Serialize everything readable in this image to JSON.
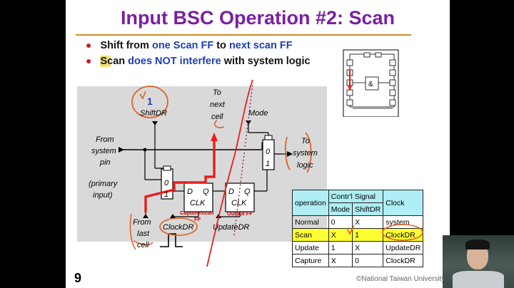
{
  "slide": {
    "title": "Input BSC Operation #2: Scan",
    "number": "9",
    "copyright": "©National Taiwan University"
  },
  "bullets": {
    "b1": {
      "t1": "Shift from ",
      "t2": "one Scan FF",
      "t3": " to ",
      "t4": "next scan FF"
    },
    "b2": {
      "t1": "Scan",
      "t2": " does NOT interfere",
      "t3": " with system logic"
    }
  },
  "diagram": {
    "from_system_pin": [
      "From",
      "system",
      "pin"
    ],
    "primary_input": [
      "(primary",
      "input)"
    ],
    "to_next_cell": [
      "To",
      "next",
      "cell"
    ],
    "to_system_logic": [
      "To",
      "system",
      "logic"
    ],
    "shiftdr": "ShiftDR",
    "shiftdr_value": "1",
    "mode": "Mode",
    "from_last_cell": [
      "From",
      "last",
      "cell"
    ],
    "clockdr": "ClockDR",
    "updatedr": "UpdateDR",
    "mux_0": "0",
    "mux_1": "1",
    "ff_d": "D",
    "ff_q": "Q",
    "ff_clk": "CLK",
    "capture_ff_label": [
      "Capture/scan",
      "FF"
    ],
    "output_ff_label": "Output FF",
    "and_gate": "&"
  },
  "table": {
    "header1": [
      "operation",
      "Contr'l Signal",
      "Clock"
    ],
    "header2": [
      "Mode",
      "ShiftDR"
    ],
    "rows": [
      {
        "op": "Normal",
        "mode": "0",
        "shiftdr": "X",
        "clock": "system"
      },
      {
        "op": "Scan",
        "mode": "X",
        "shiftdr": "1",
        "clock": "ClockDR"
      },
      {
        "op": "Update",
        "mode": "1",
        "shiftdr": "X",
        "clock": "UpdateDR"
      },
      {
        "op": "Capture",
        "mode": "X",
        "shiftdr": "0",
        "clock": "ClockDR"
      }
    ]
  },
  "colors": {
    "title": "#7b1fa2",
    "accent_blue": "#1f3fb8",
    "highlight_row": "#ffff33",
    "table_header": "#aeeef4",
    "annotation_orange": "#e0622a",
    "scan_path_red": "#e8201c"
  }
}
